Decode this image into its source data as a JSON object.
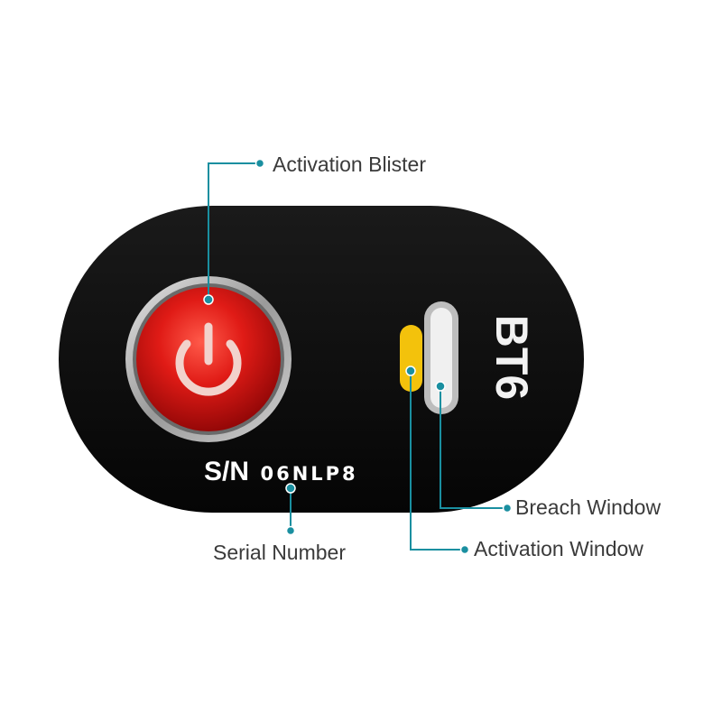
{
  "device": {
    "model": "BT6",
    "serial_prefix": "S/N",
    "serial_value": "06NLP8"
  },
  "callouts": {
    "activation_blister": "Activation Blister",
    "breach_window": "Breach Window",
    "activation_window": "Activation Window",
    "serial_number": "Serial Number"
  },
  "colors": {
    "device_body": "#0a0a0a",
    "button_red": "#d81414",
    "button_ring": "#b8b8b8",
    "activation_indicator": "#f3c20c",
    "breach_indicator": "#e8e8e8",
    "callout_line": "#1a8fa0"
  },
  "icons": {
    "activation_blister": "power-icon"
  }
}
